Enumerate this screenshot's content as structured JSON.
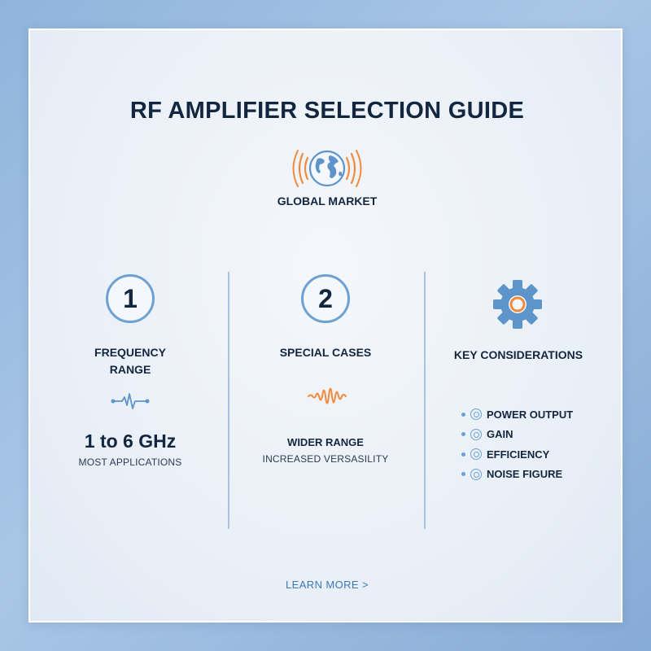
{
  "title": "RF AMPLIFIER SELECTION GUIDE",
  "market": {
    "label": "GLOBAL MARKET",
    "icon": "globe-signal-icon"
  },
  "accent_color": "#6da1d3",
  "highlight_color": "#f08a3c",
  "columns": [
    {
      "number": "1",
      "heading_line1": "FREQUENCY",
      "heading_line2": "RANGE",
      "icon": "pulse-wave-icon",
      "value": "1 to 6 GHz",
      "caption": "MOST APPLICATIONS"
    },
    {
      "number": "2",
      "heading": "SPECIAL CASES",
      "icon": "sound-wave-icon",
      "value": "WIDER RANGE",
      "caption": "INCREASED VERSASILITY"
    },
    {
      "heading": "KEY CONSIDERATIONS",
      "icon": "gear-icon",
      "items": [
        "POWER OUTPUT",
        "GAIN",
        "EFFICIENCY",
        "NOISE FIGURE"
      ]
    }
  ],
  "learn_more": "LEARN MORE >"
}
